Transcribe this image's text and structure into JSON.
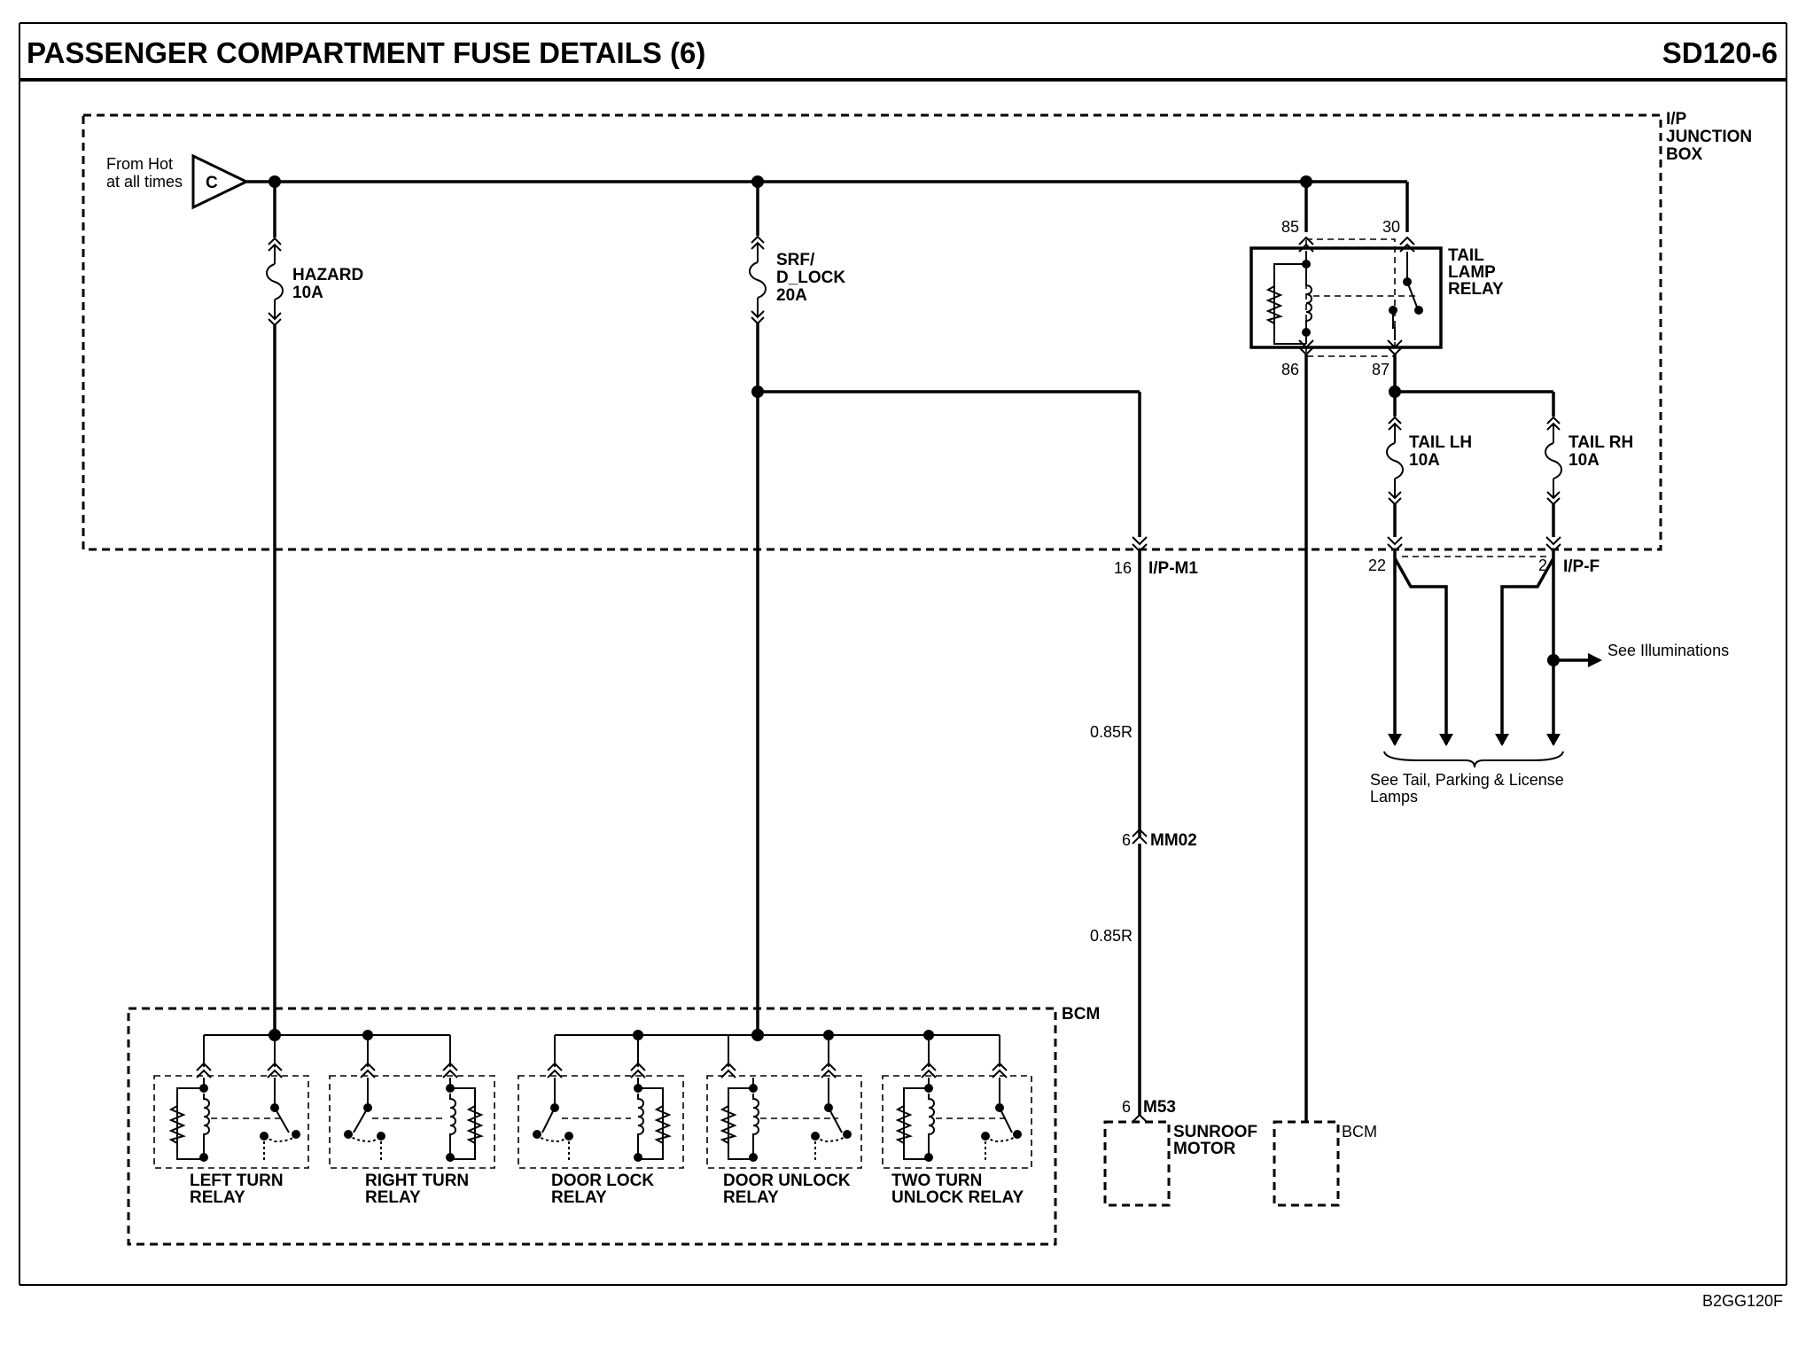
{
  "header": {
    "title": "PASSENGER COMPARTMENT FUSE DETAILS (6)",
    "page_code": "SD120-6"
  },
  "footer": {
    "ref_code": "B2GG120F"
  },
  "junction_box": {
    "label_line1": "I/P",
    "label_line2": "JUNCTION",
    "label_line3": "BOX"
  },
  "source": {
    "line1": "From Hot",
    "line2": "at all times",
    "connector": "C"
  },
  "fuses": {
    "hazard": {
      "name": "HAZARD",
      "rating": "10A"
    },
    "srf_dlock": {
      "name_line1": "SRF/",
      "name_line2": "D_LOCK",
      "rating": "20A"
    },
    "tail_lh": {
      "name": "TAIL LH",
      "rating": "10A"
    },
    "tail_rh": {
      "name": "TAIL RH",
      "rating": "10A"
    }
  },
  "tail_lamp_relay": {
    "label_line1": "TAIL",
    "label_line2": "LAMP",
    "label_line3": "RELAY",
    "pin_85": "85",
    "pin_30": "30",
    "pin_86": "86",
    "pin_87": "87"
  },
  "connectors": {
    "ipm1_pin": "16",
    "ipm1": "I/P-M1",
    "wire1": "0.85R",
    "mm02_pin": "6",
    "mm02": "MM02",
    "wire2": "0.85R",
    "m53_pin": "6",
    "m53": "M53",
    "ipf_pin_left": "22",
    "ipf_pin_right": "2",
    "ipf": "I/P-F"
  },
  "refs": {
    "illuminations": "See Illuminations",
    "tail_lamps_line1": "See Tail, Parking & License",
    "tail_lamps_line2": "Lamps"
  },
  "components": {
    "sunroof_line1": "SUNROOF",
    "sunroof_line2": "MOTOR",
    "bcm_right": "BCM"
  },
  "bcm": {
    "label": "BCM",
    "relays": [
      {
        "line1": "LEFT TURN",
        "line2": "RELAY"
      },
      {
        "line1": "RIGHT TURN",
        "line2": "RELAY"
      },
      {
        "line1": "DOOR LOCK",
        "line2": "RELAY"
      },
      {
        "line1": "DOOR UNLOCK",
        "line2": "RELAY"
      },
      {
        "line1": "TWO TURN",
        "line2": "UNLOCK RELAY"
      }
    ]
  }
}
